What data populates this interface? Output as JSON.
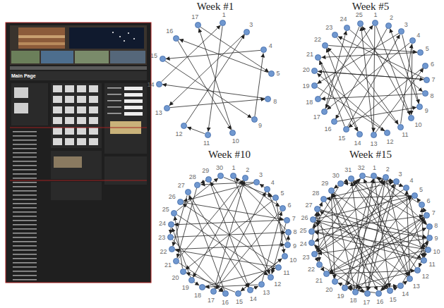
{
  "diagram": {
    "nodes": [
      {
        "text": [
          "1"
        ]
      },
      {
        "text": [
          "3"
        ]
      },
      {
        "text": [
          "4"
        ]
      },
      {
        "text": [
          "5"
        ]
      },
      {
        "text": [
          "8"
        ]
      },
      {
        "text": [
          "9"
        ]
      },
      {
        "text": [
          "10"
        ]
      },
      {
        "text": [
          "11"
        ]
      },
      {
        "text": [
          "12"
        ]
      },
      {
        "text": [
          "13"
        ]
      },
      {
        "text": [
          "14"
        ]
      },
      {
        "text": [
          "15"
        ]
      },
      {
        "text": [
          "16"
        ]
      },
      {
        "text": [
          "17"
        ]
      },
      {
        "text": [
          "1"
        ]
      },
      {
        "text": [
          "2"
        ]
      },
      {
        "text": [
          "3"
        ]
      },
      {
        "text": [
          "4"
        ]
      },
      {
        "text": [
          "5"
        ]
      },
      {
        "text": [
          "6"
        ]
      },
      {
        "text": [
          "7"
        ]
      },
      {
        "text": [
          "8"
        ]
      },
      {
        "text": [
          "9"
        ]
      },
      {
        "text": [
          "10"
        ]
      },
      {
        "text": [
          "11"
        ]
      },
      {
        "text": [
          "12"
        ]
      },
      {
        "text": [
          "13"
        ]
      },
      {
        "text": [
          "14"
        ]
      },
      {
        "text": [
          "15"
        ]
      },
      {
        "text": [
          "16"
        ]
      },
      {
        "text": [
          "17"
        ]
      },
      {
        "text": [
          "18"
        ]
      },
      {
        "text": [
          "19"
        ]
      },
      {
        "text": [
          "20"
        ]
      },
      {
        "text": [
          "21"
        ]
      },
      {
        "text": [
          "22"
        ]
      },
      {
        "text": [
          "23"
        ]
      },
      {
        "text": [
          "24"
        ]
      },
      {
        "text": [
          "25"
        ]
      },
      {
        "text": [
          "1"
        ]
      },
      {
        "text": [
          "2"
        ]
      },
      {
        "text": [
          "3"
        ]
      },
      {
        "text": [
          "4"
        ]
      },
      {
        "text": [
          "5"
        ]
      },
      {
        "text": [
          "6"
        ]
      },
      {
        "text": [
          "7"
        ]
      },
      {
        "text": [
          "8"
        ]
      },
      {
        "text": [
          "9"
        ]
      },
      {
        "text": [
          "10"
        ]
      },
      {
        "text": [
          "11"
        ]
      },
      {
        "text": [
          "12"
        ]
      },
      {
        "text": [
          "13"
        ]
      },
      {
        "text": [
          "14"
        ]
      },
      {
        "text": [
          "15"
        ]
      },
      {
        "text": [
          "16"
        ]
      },
      {
        "text": [
          "17"
        ]
      },
      {
        "text": [
          "18"
        ]
      },
      {
        "text": [
          "19"
        ]
      },
      {
        "text": [
          "20"
        ]
      },
      {
        "text": [
          "21"
        ]
      },
      {
        "text": [
          "22"
        ]
      },
      {
        "text": [
          "23"
        ]
      },
      {
        "text": [
          "24"
        ]
      },
      {
        "text": [
          "25"
        ]
      },
      {
        "text": [
          "26"
        ]
      },
      {
        "text": [
          "27"
        ]
      },
      {
        "text": [
          "28"
        ]
      },
      {
        "text": [
          "29"
        ]
      },
      {
        "text": [
          "30"
        ]
      },
      {
        "text": [
          "1"
        ]
      },
      {
        "text": [
          "2"
        ]
      },
      {
        "text": [
          "3"
        ]
      },
      {
        "text": [
          "4"
        ]
      },
      {
        "text": [
          "5"
        ]
      },
      {
        "text": [
          "6"
        ]
      },
      {
        "text": [
          "7"
        ]
      },
      {
        "text": [
          "8"
        ]
      },
      {
        "text": [
          "9"
        ]
      },
      {
        "text": [
          "10"
        ]
      },
      {
        "text": [
          "11"
        ]
      },
      {
        "text": [
          "12"
        ]
      },
      {
        "text": [
          "13"
        ]
      },
      {
        "text": [
          "14"
        ]
      },
      {
        "text": [
          "15"
        ]
      },
      {
        "text": [
          "16"
        ]
      },
      {
        "text": [
          "17"
        ]
      },
      {
        "text": [
          "18"
        ]
      },
      {
        "text": [
          "19"
        ]
      },
      {
        "text": [
          "20"
        ]
      },
      {
        "text": [
          "21"
        ]
      },
      {
        "text": [
          "22"
        ]
      },
      {
        "text": [
          "23"
        ]
      },
      {
        "text": [
          "24"
        ]
      },
      {
        "text": [
          "25"
        ]
      },
      {
        "text": [
          "26"
        ]
      },
      {
        "text": [
          "27"
        ]
      },
      {
        "text": [
          "28"
        ]
      },
      {
        "text": [
          "29"
        ]
      },
      {
        "text": [
          "30"
        ]
      },
      {
        "text": [
          "31"
        ]
      },
      {
        "text": [
          "32"
        ]
      }
    ],
    "edges": [
      {
        "from": 0,
        "to": 7,
        "arrow": "to"
      },
      {
        "from": 1,
        "to": 9,
        "arrow": "to"
      },
      {
        "from": 2,
        "to": 11,
        "arrow": "to"
      },
      {
        "from": 3,
        "to": 12,
        "arrow": "to"
      },
      {
        "from": 4,
        "to": 10,
        "arrow": "to"
      },
      {
        "from": 5,
        "to": 2,
        "arrow": "to"
      },
      {
        "from": 6,
        "to": 13,
        "arrow": "to"
      },
      {
        "from": 8,
        "to": 1,
        "arrow": "to"
      },
      {
        "from": 9,
        "to": 4,
        "arrow": "to"
      },
      {
        "from": 10,
        "to": 0,
        "arrow": "to"
      },
      {
        "from": 11,
        "to": 5,
        "arrow": "to"
      },
      {
        "from": 12,
        "to": 6,
        "arrow": "to"
      },
      {
        "from": 13,
        "to": 3,
        "arrow": "to"
      },
      {
        "from": 7,
        "to": 8,
        "arrow": "to"
      },
      {
        "from": 14,
        "to": 26,
        "arrow": "to"
      },
      {
        "from": 15,
        "to": 29,
        "arrow": "to"
      },
      {
        "from": 16,
        "to": 32,
        "arrow": "to"
      },
      {
        "from": 17,
        "to": 23,
        "arrow": "to"
      },
      {
        "from": 18,
        "to": 34,
        "arrow": "to"
      },
      {
        "from": 19,
        "to": 28,
        "arrow": "to"
      },
      {
        "from": 20,
        "to": 36,
        "arrow": "to"
      },
      {
        "from": 21,
        "to": 31,
        "arrow": "to"
      },
      {
        "from": 22,
        "to": 15,
        "arrow": "to"
      },
      {
        "from": 23,
        "to": 38,
        "arrow": "to"
      },
      {
        "from": 24,
        "to": 17,
        "arrow": "to"
      },
      {
        "from": 25,
        "to": 33,
        "arrow": "to"
      },
      {
        "from": 26,
        "to": 19,
        "arrow": "to"
      },
      {
        "from": 27,
        "to": 35,
        "arrow": "to"
      },
      {
        "from": 28,
        "to": 16,
        "arrow": "to"
      },
      {
        "from": 29,
        "to": 22,
        "arrow": "to"
      },
      {
        "from": 30,
        "to": 37,
        "arrow": "to"
      },
      {
        "from": 31,
        "to": 14,
        "arrow": "to"
      },
      {
        "from": 32,
        "to": 25,
        "arrow": "to"
      },
      {
        "from": 33,
        "to": 20,
        "arrow": "to"
      },
      {
        "from": 34,
        "to": 27,
        "arrow": "to"
      },
      {
        "from": 35,
        "to": 18,
        "arrow": "to"
      },
      {
        "from": 36,
        "to": 24,
        "arrow": "to"
      },
      {
        "from": 37,
        "to": 21,
        "arrow": "to"
      },
      {
        "from": 38,
        "to": 30,
        "arrow": "to"
      },
      {
        "from": 14,
        "to": 23,
        "arrow": "to"
      },
      {
        "from": 17,
        "to": 30,
        "arrow": "to"
      },
      {
        "from": 20,
        "to": 33,
        "arrow": "to"
      },
      {
        "from": 24,
        "to": 35,
        "arrow": "to"
      },
      {
        "from": 26,
        "to": 38,
        "arrow": "to"
      },
      {
        "from": 28,
        "to": 34,
        "arrow": "to"
      },
      {
        "from": 16,
        "to": 22,
        "arrow": "to"
      },
      {
        "from": 39,
        "to": 50,
        "arrow": "to"
      },
      {
        "from": 40,
        "to": 57,
        "arrow": "to"
      },
      {
        "from": 41,
        "to": 64,
        "arrow": "to"
      },
      {
        "from": 42,
        "to": 41,
        "arrow": "to"
      },
      {
        "from": 43,
        "to": 48,
        "arrow": "to"
      },
      {
        "from": 44,
        "to": 55,
        "arrow": "to"
      },
      {
        "from": 45,
        "to": 62,
        "arrow": "to"
      },
      {
        "from": 46,
        "to": 39,
        "arrow": "to"
      },
      {
        "from": 47,
        "to": 46,
        "arrow": "to"
      },
      {
        "from": 48,
        "to": 53,
        "arrow": "to"
      },
      {
        "from": 49,
        "to": 60,
        "arrow": "to"
      },
      {
        "from": 50,
        "to": 67,
        "arrow": "to"
      },
      {
        "from": 51,
        "to": 44,
        "arrow": "to"
      },
      {
        "from": 52,
        "to": 51,
        "arrow": "to"
      },
      {
        "from": 53,
        "to": 58,
        "arrow": "to"
      },
      {
        "from": 54,
        "to": 65,
        "arrow": "to"
      },
      {
        "from": 55,
        "to": 42,
        "arrow": "to"
      },
      {
        "from": 56,
        "to": 49,
        "arrow": "to"
      },
      {
        "from": 57,
        "to": 56,
        "arrow": "to"
      },
      {
        "from": 58,
        "to": 63,
        "arrow": "to"
      },
      {
        "from": 59,
        "to": 40,
        "arrow": "to"
      },
      {
        "from": 60,
        "to": 47,
        "arrow": "to"
      },
      {
        "from": 61,
        "to": 54,
        "arrow": "to"
      },
      {
        "from": 62,
        "to": 61,
        "arrow": "to"
      },
      {
        "from": 63,
        "to": 68,
        "arrow": "to"
      },
      {
        "from": 64,
        "to": 45,
        "arrow": "to"
      },
      {
        "from": 65,
        "to": 52,
        "arrow": "to"
      },
      {
        "from": 66,
        "to": 59,
        "arrow": "to"
      },
      {
        "from": 67,
        "to": 66,
        "arrow": "to"
      },
      {
        "from": 68,
        "to": 43,
        "arrow": "to"
      },
      {
        "from": 39,
        "to": 44,
        "arrow": "to"
      },
      {
        "from": 41,
        "to": 66,
        "arrow": "to"
      },
      {
        "from": 43,
        "to": 58,
        "arrow": "to"
      },
      {
        "from": 45,
        "to": 50,
        "arrow": "to"
      },
      {
        "from": 47,
        "to": 42,
        "arrow": "to"
      },
      {
        "from": 49,
        "to": 64,
        "arrow": "to"
      },
      {
        "from": 51,
        "to": 56,
        "arrow": "to"
      },
      {
        "from": 53,
        "to": 48,
        "arrow": "to"
      },
      {
        "from": 55,
        "to": 40,
        "arrow": "to"
      },
      {
        "from": 57,
        "to": 62,
        "arrow": "to"
      },
      {
        "from": 59,
        "to": 54,
        "arrow": "to"
      },
      {
        "from": 61,
        "to": 46,
        "arrow": "to"
      },
      {
        "from": 63,
        "to": 50,
        "arrow": "to"
      },
      {
        "from": 65,
        "to": 60,
        "arrow": "to"
      },
      {
        "from": 67,
        "to": 52,
        "arrow": "to"
      },
      {
        "from": 69,
        "to": 76,
        "arrow": "to"
      },
      {
        "from": 70,
        "to": 81,
        "arrow": "to"
      },
      {
        "from": 71,
        "to": 86,
        "arrow": "to"
      },
      {
        "from": 72,
        "to": 91,
        "arrow": "to"
      },
      {
        "from": 73,
        "to": 96,
        "arrow": "to"
      },
      {
        "from": 74,
        "to": 69,
        "arrow": "to"
      },
      {
        "from": 75,
        "to": 74,
        "arrow": "to"
      },
      {
        "from": 76,
        "to": 79,
        "arrow": "to"
      },
      {
        "from": 77,
        "to": 84,
        "arrow": "to"
      },
      {
        "from": 78,
        "to": 89,
        "arrow": "to"
      },
      {
        "from": 79,
        "to": 94,
        "arrow": "to"
      },
      {
        "from": 80,
        "to": 99,
        "arrow": "to"
      },
      {
        "from": 81,
        "to": 72,
        "arrow": "to"
      },
      {
        "from": 82,
        "to": 77,
        "arrow": "to"
      },
      {
        "from": 83,
        "to": 82,
        "arrow": "to"
      },
      {
        "from": 84,
        "to": 87,
        "arrow": "to"
      },
      {
        "from": 85,
        "to": 92,
        "arrow": "to"
      },
      {
        "from": 86,
        "to": 97,
        "arrow": "to"
      },
      {
        "from": 87,
        "to": 70,
        "arrow": "to"
      },
      {
        "from": 88,
        "to": 75,
        "arrow": "to"
      },
      {
        "from": 89,
        "to": 80,
        "arrow": "to"
      },
      {
        "from": 90,
        "to": 85,
        "arrow": "to"
      },
      {
        "from": 91,
        "to": 90,
        "arrow": "to"
      },
      {
        "from": 92,
        "to": 95,
        "arrow": "to"
      },
      {
        "from": 93,
        "to": 100,
        "arrow": "to"
      },
      {
        "from": 94,
        "to": 73,
        "arrow": "to"
      },
      {
        "from": 95,
        "to": 78,
        "arrow": "to"
      },
      {
        "from": 96,
        "to": 83,
        "arrow": "to"
      },
      {
        "from": 97,
        "to": 88,
        "arrow": "to"
      },
      {
        "from": 98,
        "to": 93,
        "arrow": "to"
      },
      {
        "from": 99,
        "to": 98,
        "arrow": "to"
      },
      {
        "from": 100,
        "to": 71,
        "arrow": "to"
      },
      {
        "from": 69,
        "to": 72,
        "arrow": "to"
      },
      {
        "from": 70,
        "to": 85,
        "arrow": "to"
      },
      {
        "from": 71,
        "to": 98,
        "arrow": "to"
      },
      {
        "from": 72,
        "to": 79,
        "arrow": "to"
      },
      {
        "from": 73,
        "to": 92,
        "arrow": "to"
      },
      {
        "from": 74,
        "to": 73,
        "arrow": "to"
      },
      {
        "from": 75,
        "to": 86,
        "arrow": "to"
      },
      {
        "from": 76,
        "to": 99,
        "arrow": "to"
      },
      {
        "from": 77,
        "to": 80,
        "arrow": "to"
      },
      {
        "from": 78,
        "to": 93,
        "arrow": "to"
      },
      {
        "from": 79,
        "to": 74,
        "arrow": "to"
      },
      {
        "from": 80,
        "to": 87,
        "arrow": "to"
      },
      {
        "from": 81,
        "to": 100,
        "arrow": "to"
      },
      {
        "from": 82,
        "to": 81,
        "arrow": "to"
      },
      {
        "from": 83,
        "to": 94,
        "arrow": "to"
      },
      {
        "from": 84,
        "to": 75,
        "arrow": "to"
      },
      {
        "from": 85,
        "to": 88,
        "arrow": "to"
      },
      {
        "from": 86,
        "to": 69,
        "arrow": "to"
      },
      {
        "from": 87,
        "to": 82,
        "arrow": "to"
      },
      {
        "from": 88,
        "to": 95,
        "arrow": "to"
      },
      {
        "from": 89,
        "to": 76,
        "arrow": "to"
      },
      {
        "from": 90,
        "to": 89,
        "arrow": "to"
      },
      {
        "from": 91,
        "to": 70,
        "arrow": "to"
      },
      {
        "from": 92,
        "to": 83,
        "arrow": "to"
      },
      {
        "from": 93,
        "to": 96,
        "arrow": "to"
      },
      {
        "from": 94,
        "to": 77,
        "arrow": "to"
      },
      {
        "from": 95,
        "to": 90,
        "arrow": "to"
      },
      {
        "from": 96,
        "to": 71,
        "arrow": "to"
      },
      {
        "from": 97,
        "to": 84,
        "arrow": "to"
      },
      {
        "from": 98,
        "to": 97,
        "arrow": "to"
      },
      {
        "from": 99,
        "to": 78,
        "arrow": "to"
      },
      {
        "from": 100,
        "to": 91,
        "arrow": "to"
      },
      {
        "from": 69,
        "to": 83,
        "arrow": "to"
      },
      {
        "from": 71,
        "to": 85,
        "arrow": "to"
      },
      {
        "from": 73,
        "to": 87,
        "arrow": "to"
      },
      {
        "from": 75,
        "to": 89,
        "arrow": "to"
      },
      {
        "from": 77,
        "to": 91,
        "arrow": "to"
      },
      {
        "from": 79,
        "to": 93,
        "arrow": "to"
      },
      {
        "from": 81,
        "to": 95,
        "arrow": "to"
      },
      {
        "from": 83,
        "to": 97,
        "arrow": "to"
      },
      {
        "from": 85,
        "to": 99,
        "arrow": "to"
      },
      {
        "from": 87,
        "to": 69,
        "arrow": "to"
      },
      {
        "from": 89,
        "to": 71,
        "arrow": "to"
      },
      {
        "from": 91,
        "to": 73,
        "arrow": "to"
      },
      {
        "from": 93,
        "to": 75,
        "arrow": "to"
      },
      {
        "from": 95,
        "to": 77,
        "arrow": "to"
      },
      {
        "from": 97,
        "to": 79,
        "arrow": "to"
      },
      {
        "from": 99,
        "to": 81,
        "arrow": "to"
      }
    ],
    "labels": [
      "Main Page",
      "Week #1",
      "Week #5",
      "Week #10",
      "Week #15"
    ]
  }
}
